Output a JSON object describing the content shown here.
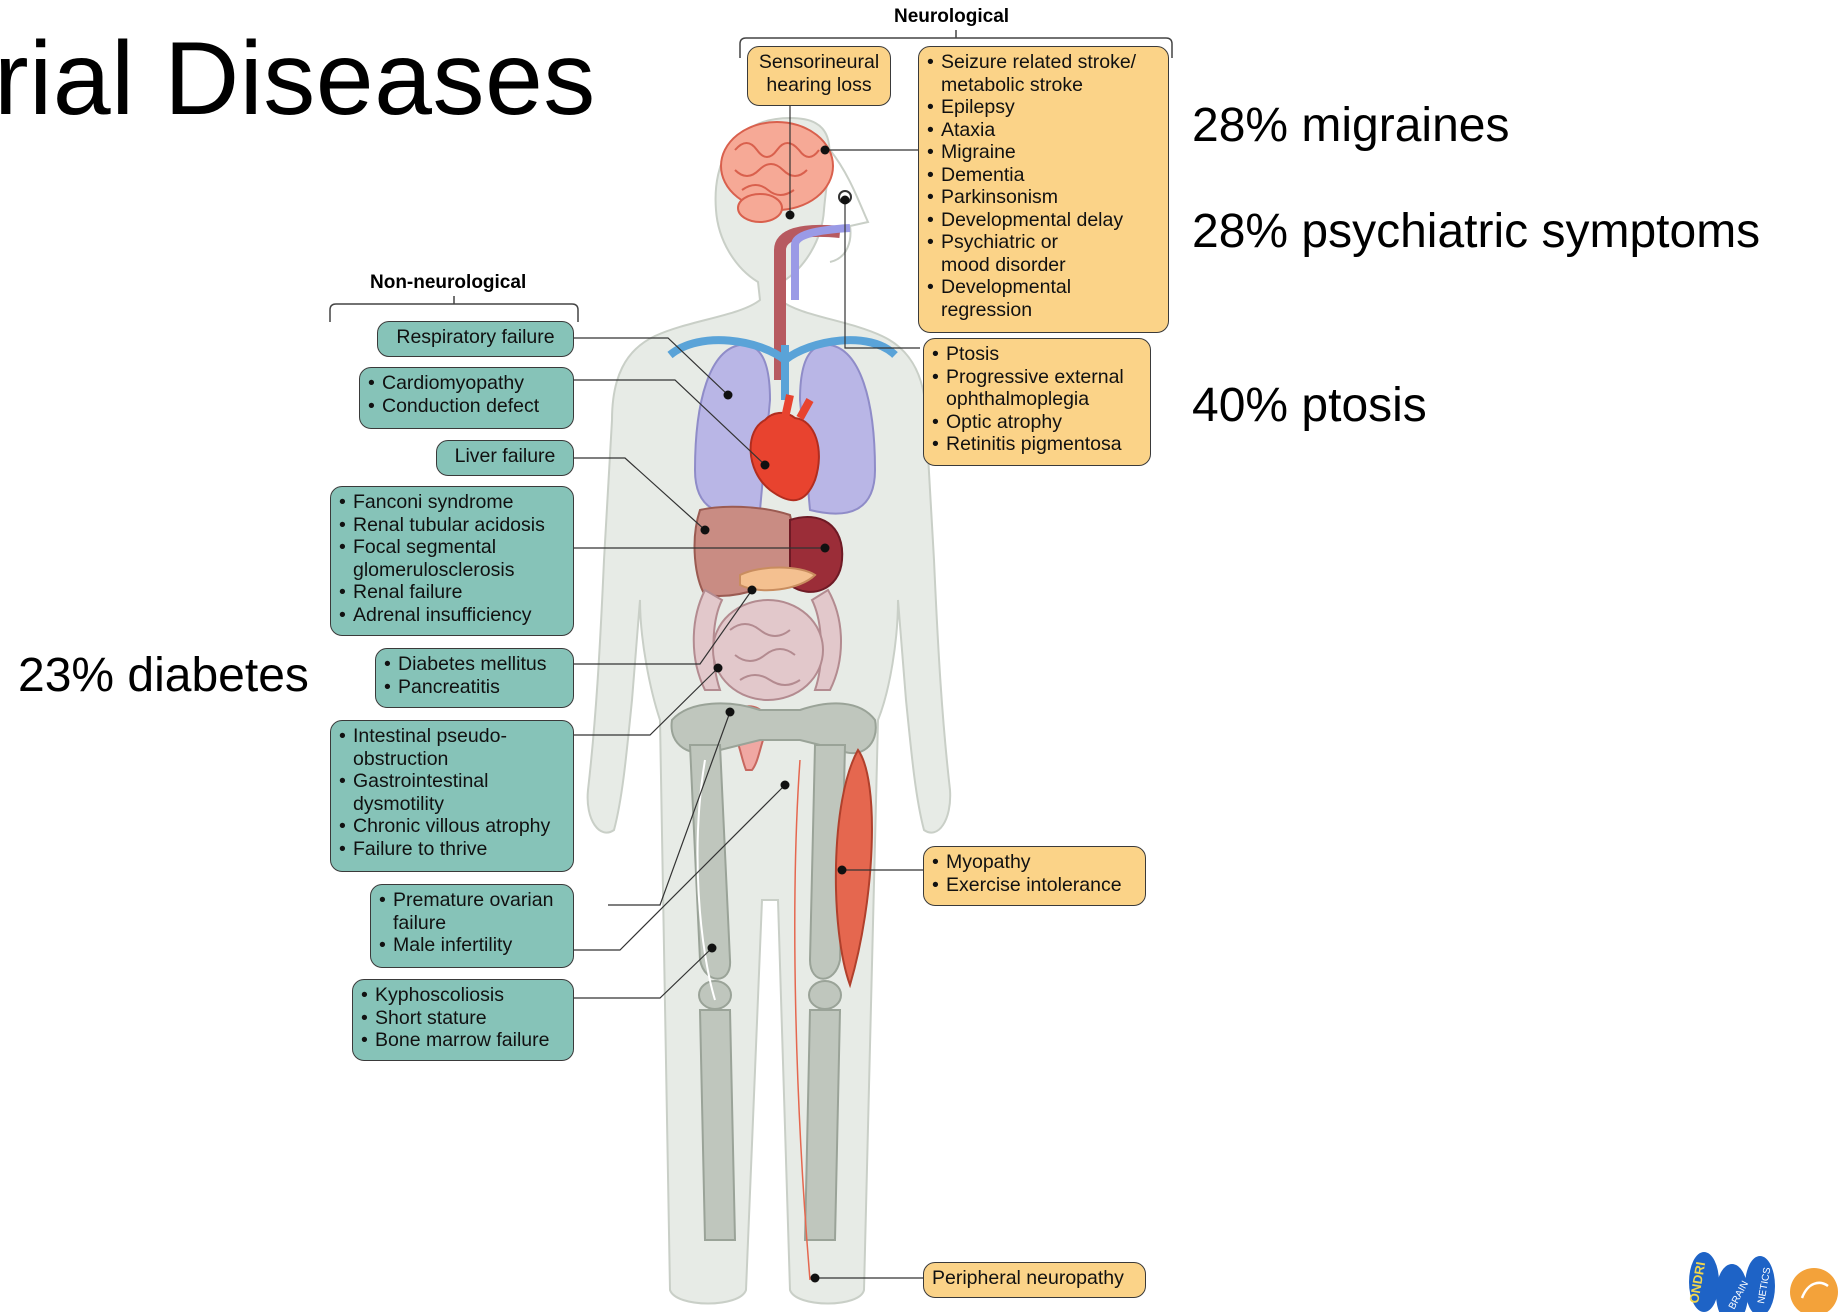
{
  "slide": {
    "title": "rial Diseases"
  },
  "stats": {
    "migraines": "28% migraines",
    "psychiatric": "28% psychiatric symptoms",
    "ptosis": "40% ptosis",
    "diabetes": "23% diabetes"
  },
  "diagram": {
    "neurological_label": "Neurological",
    "non_neurological_label": "Non-neurological",
    "neuro_boxes": {
      "hearing": [
        "Sensorineural",
        "hearing loss"
      ],
      "brain": [
        "Seizure related stroke/",
        "metabolic stroke",
        "Epilepsy",
        "Ataxia",
        "Migraine",
        "Dementia",
        "Parkinsonism",
        "Developmental delay",
        "Psychiatric or",
        "mood disorder",
        "Developmental",
        "regression"
      ],
      "eye": [
        "Ptosis",
        "Progressive external",
        "ophthalmoplegia",
        "Optic atrophy",
        "Retinitis pigmentosa"
      ],
      "muscle": [
        "Myopathy",
        "Exercise intolerance"
      ],
      "nerve": [
        "Peripheral neuropathy"
      ]
    },
    "nonneuro_boxes": {
      "respiratory": [
        "Respiratory failure"
      ],
      "heart": [
        "Cardiomyopathy",
        "Conduction defect"
      ],
      "liver": [
        "Liver failure"
      ],
      "kidney": [
        "Fanconi syndrome",
        "Renal tubular acidosis",
        "Focal segmental",
        "glomerulosclerosis",
        "Renal failure",
        "Adrenal insufficiency"
      ],
      "pancreas": [
        "Diabetes mellitus",
        "Pancreatitis"
      ],
      "gut": [
        "Intestinal pseudo-",
        "obstruction",
        "Gastrointestinal",
        "dysmotility",
        "Chronic villous atrophy",
        "Failure to thrive"
      ],
      "reproductive": [
        "Premature ovarian",
        "failure",
        "Male infertility"
      ],
      "bone": [
        "Kyphoscoliosis",
        "Short stature",
        "Bone marrow failure"
      ]
    }
  },
  "logo": {
    "left_text": "ONDRI",
    "mid_text": "BRAIN",
    "right_text": "NETICS"
  },
  "colors": {
    "teal_box": "#86c3b8",
    "amber_box": "#fbd388",
    "body": "#e7ebe6",
    "bone": "#bfc6bd",
    "heart": "#e8432f",
    "lungs": "#b9b6e6",
    "brain": "#f39a86",
    "muscle": "#e5674f"
  }
}
